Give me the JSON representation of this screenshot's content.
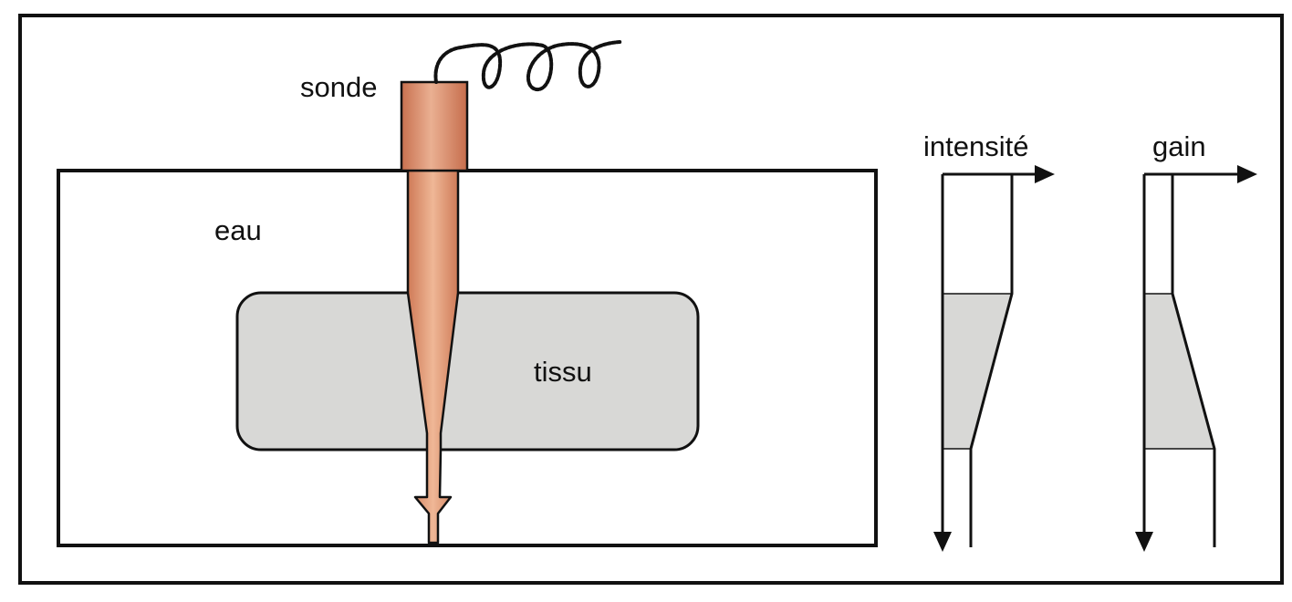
{
  "labels": {
    "probe": "sonde",
    "water": "eau",
    "tissue": "tissu",
    "intensity": "intensité",
    "gain": "gain"
  },
  "colors": {
    "probe": "#d9896a",
    "beam": "#e3a078",
    "tissue": "#d6d6d4",
    "line": "#111111",
    "background": "#ffffff"
  },
  "icons": {
    "cable": "coiled-cable-icon",
    "arrow": "arrow-head-icon"
  }
}
